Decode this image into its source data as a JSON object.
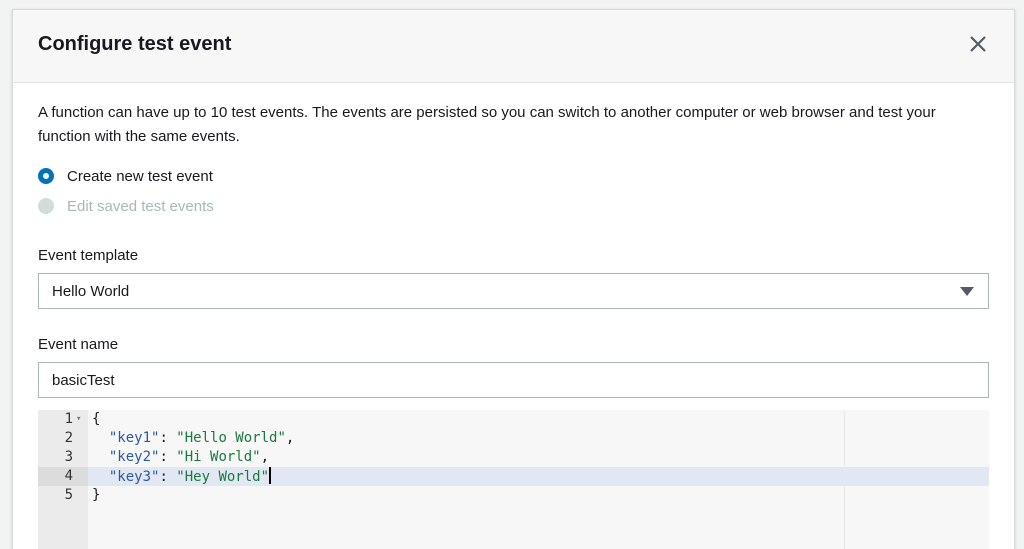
{
  "modal": {
    "title": "Configure test event",
    "close_icon": "close-icon",
    "description": "A function can have up to 10 test events. The events are persisted so you can switch to another computer or web browser and test your function with the same events."
  },
  "radio_options": [
    {
      "label": "Create new test event",
      "selected": true,
      "disabled": false
    },
    {
      "label": "Edit saved test events",
      "selected": false,
      "disabled": true
    }
  ],
  "event_template": {
    "label": "Event template",
    "selected_value": "Hello World"
  },
  "event_name": {
    "label": "Event name",
    "value": "basicTest"
  },
  "editor": {
    "active_line": 4,
    "lines": [
      {
        "number": "1",
        "text": "{"
      },
      {
        "number": "2",
        "key": "\"key1\"",
        "value": "\"Hello World\"",
        "trail": ","
      },
      {
        "number": "3",
        "key": "\"key2\"",
        "value": "\"Hi World\"",
        "trail": ","
      },
      {
        "number": "4",
        "key": "\"key3\"",
        "value": "\"Hey World\"",
        "trail": ""
      },
      {
        "number": "5",
        "text": "}"
      }
    ]
  },
  "colors": {
    "accent": "#0073bb",
    "json_key": "#2a5a9e",
    "json_string": "#1a7a3c",
    "active_line": "#e1e8f3"
  }
}
